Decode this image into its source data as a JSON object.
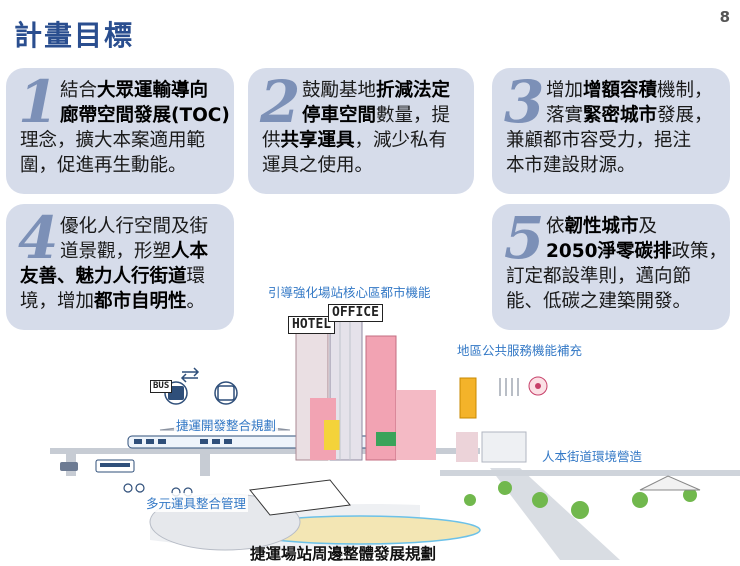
{
  "header": {
    "title": "計畫目標",
    "page_number": "8"
  },
  "cards": [
    {
      "number": "1",
      "lines": [
        [
          {
            "t": "結合"
          },
          {
            "t": "大眾運輸導向",
            "b": true
          }
        ],
        [
          {
            "t": "廊帶空間發展(TOC)",
            "b": true
          }
        ],
        [
          {
            "t": "理念，擴大本案適用範"
          }
        ],
        [
          {
            "t": "圍，促進再生動能。"
          }
        ]
      ]
    },
    {
      "number": "2",
      "lines": [
        [
          {
            "t": "鼓勵基地"
          },
          {
            "t": "折減法定",
            "b": true
          }
        ],
        [
          {
            "t": "停車空間",
            "b": true
          },
          {
            "t": "數量，提"
          }
        ],
        [
          {
            "t": "供"
          },
          {
            "t": "共享運具",
            "b": true
          },
          {
            "t": "，減少私有"
          }
        ],
        [
          {
            "t": "運具之使用。"
          }
        ]
      ]
    },
    {
      "number": "3",
      "lines": [
        [
          {
            "t": "增加"
          },
          {
            "t": "增額容積",
            "b": true
          },
          {
            "t": "機制，"
          }
        ],
        [
          {
            "t": "落實"
          },
          {
            "t": "緊密城市",
            "b": true
          },
          {
            "t": "發展，"
          }
        ],
        [
          {
            "t": "兼顧都市容受力，挹注"
          }
        ],
        [
          {
            "t": "本市建設財源。"
          }
        ]
      ]
    },
    {
      "number": "4",
      "lines": [
        [
          {
            "t": "優化人行空間及街"
          }
        ],
        [
          {
            "t": "道景觀，形塑"
          },
          {
            "t": "人本",
            "b": true
          }
        ],
        [
          {
            "t": "友善、魅力人行街道",
            "b": true
          },
          {
            "t": "環"
          }
        ],
        [
          {
            "t": "境，增加"
          },
          {
            "t": "都市自明性",
            "b": true
          },
          {
            "t": "。"
          }
        ]
      ]
    },
    {
      "number": "5",
      "lines": [
        [
          {
            "t": "依"
          },
          {
            "t": "韌性城市",
            "b": true
          },
          {
            "t": "及"
          }
        ],
        [
          {
            "t": "2050淨零碳排",
            "b": true
          },
          {
            "t": "政策，"
          }
        ],
        [
          {
            "t": "訂定都設準則，邁向節"
          }
        ],
        [
          {
            "t": "能、低碳之建築開發。"
          }
        ]
      ]
    }
  ],
  "illustration": {
    "labels": {
      "core": "引導強化場站核心區都市機能",
      "public": "地區公共服務機能補充",
      "mrt_dev": "捷運開發整合規劃",
      "street": "人本街道環境營造",
      "transport": "多元運具整合管理"
    },
    "signs": {
      "hotel": "HOTEL",
      "office": "OFFICE",
      "bus": "BUS"
    },
    "bottom_title": "捷運場站周邊整體發展規劃"
  },
  "colors": {
    "title": "#2a4e8f",
    "card_bg": "#d6dcea",
    "numeral": "#7c90b7",
    "label": "#3479c6"
  }
}
